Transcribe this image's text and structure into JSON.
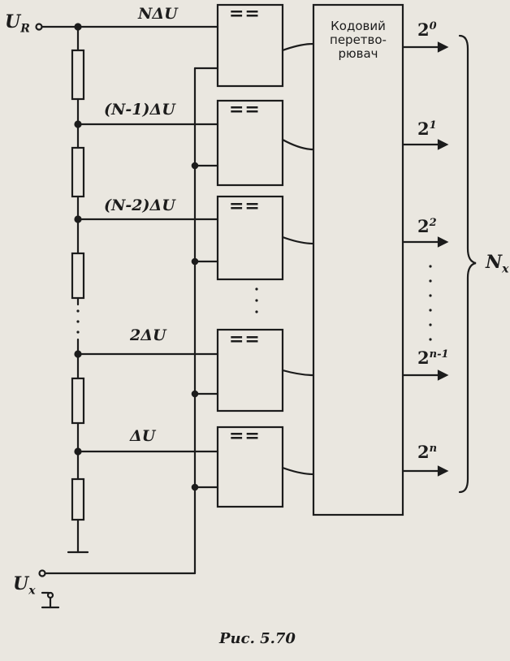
{
  "inputs": {
    "ur": "U",
    "ur_sub": "R",
    "ux": "U",
    "ux_sub": "x"
  },
  "levels": [
    "NΔU",
    "(N-1)ΔU",
    "(N-2)ΔU",
    "2ΔU",
    "ΔU"
  ],
  "converter_label": [
    "Кодовий",
    "перетво-",
    "рювач"
  ],
  "outputs": [
    {
      "base": "2",
      "exp": "0"
    },
    {
      "base": "2",
      "exp": "1"
    },
    {
      "base": "2",
      "exp": "2"
    },
    {
      "base": "2",
      "exp": "n-1"
    },
    {
      "base": "2",
      "exp": "n"
    }
  ],
  "result": {
    "main": "N",
    "sub": "x"
  },
  "comparator_symbol": "==",
  "caption": "Рис. 5.70"
}
